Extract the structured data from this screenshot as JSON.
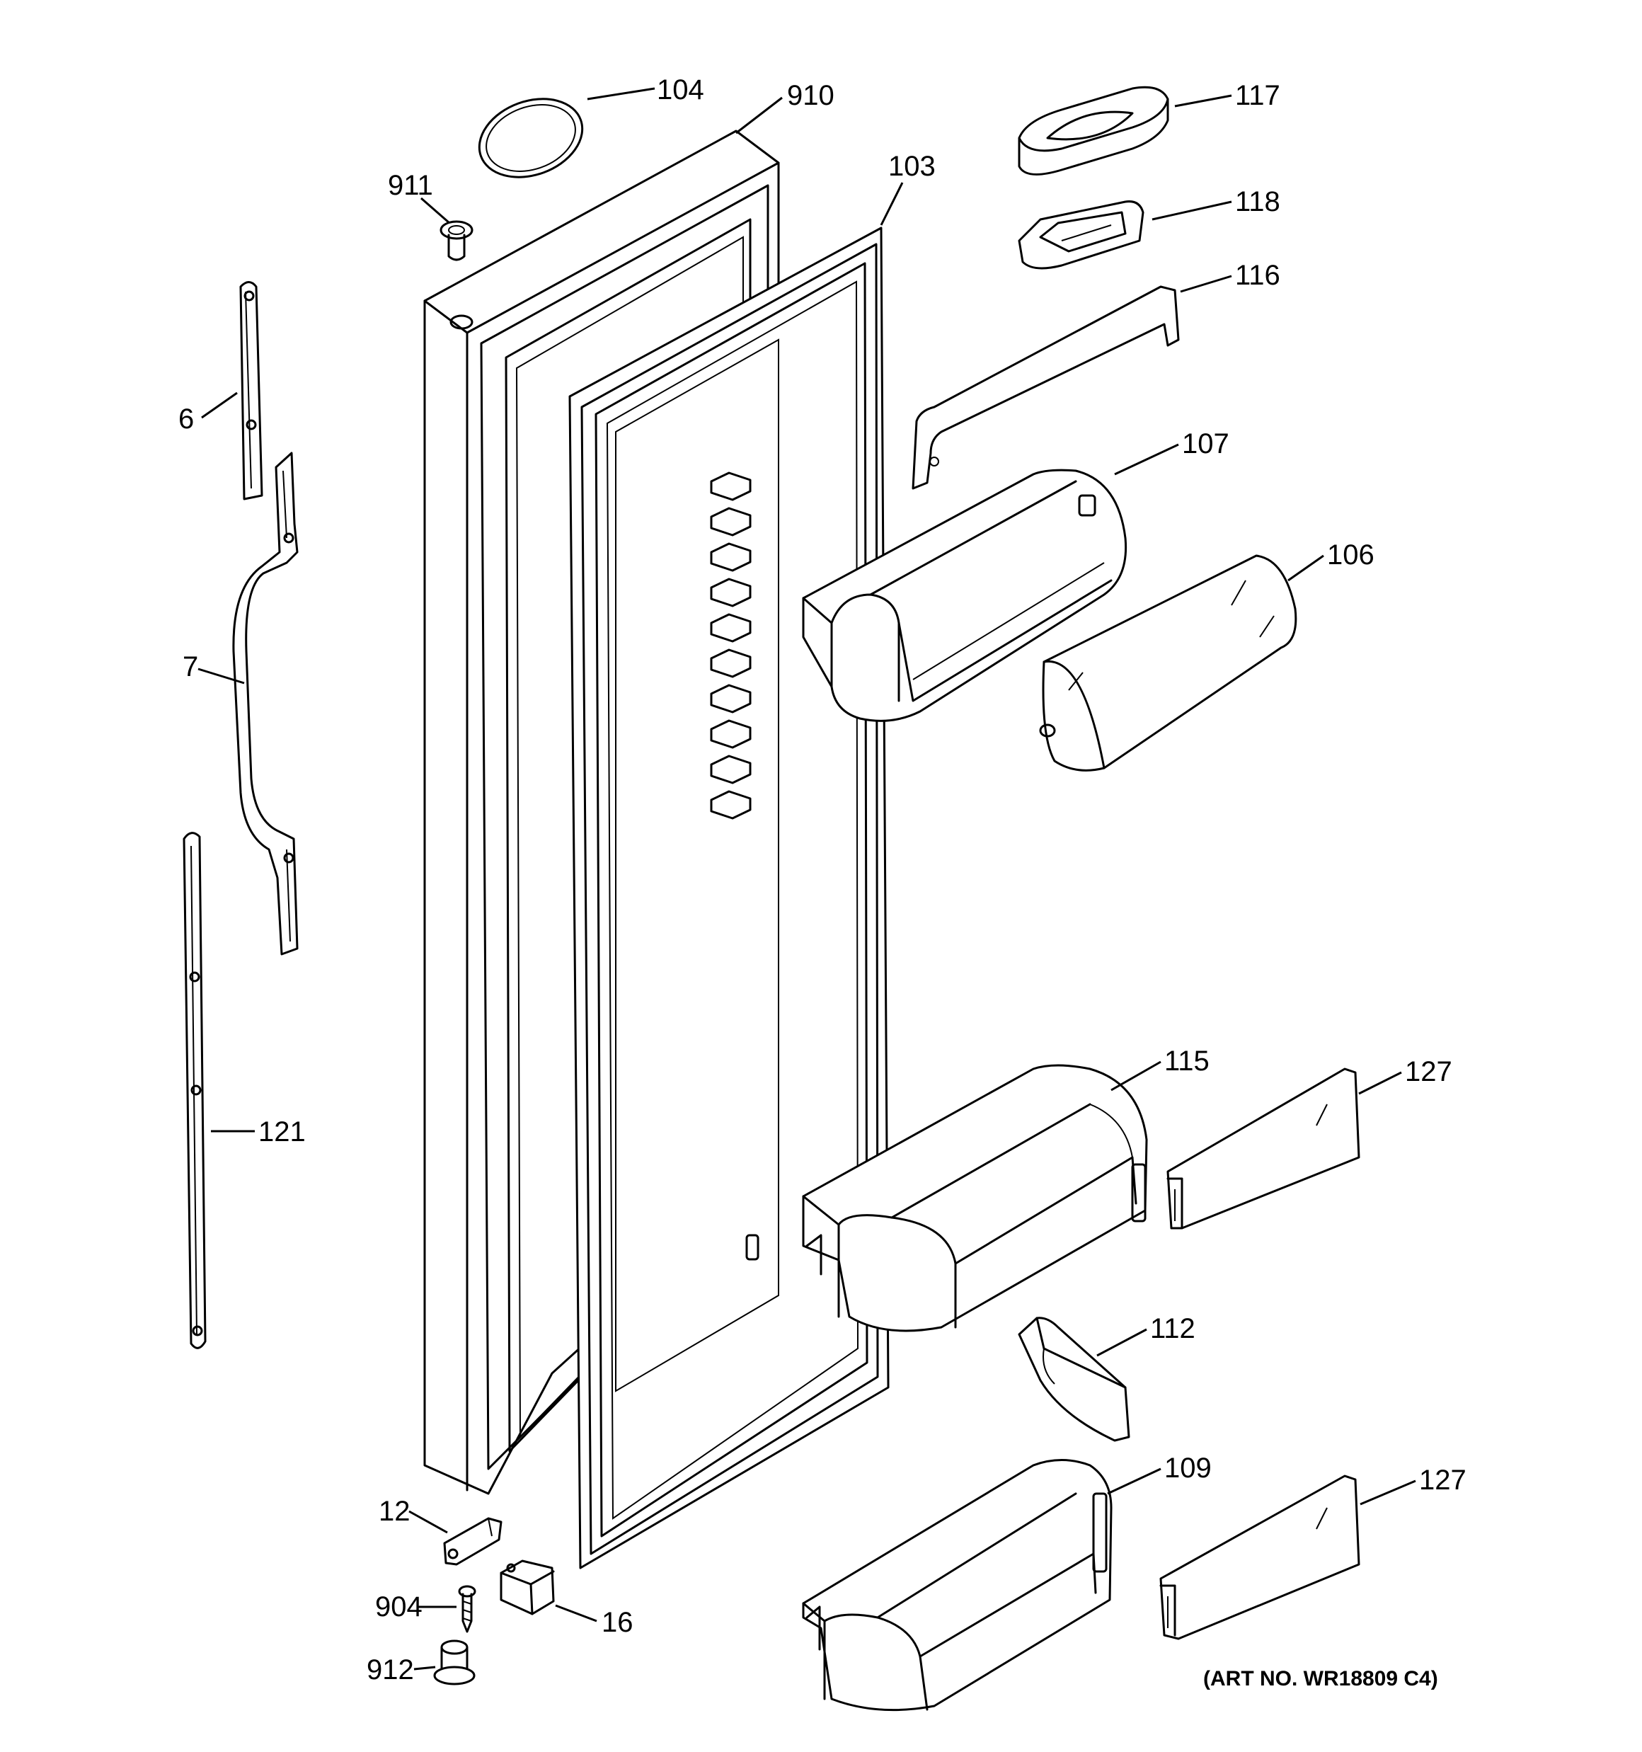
{
  "labels": {
    "p104": "104",
    "p910": "910",
    "p911": "911",
    "p103": "103",
    "p117": "117",
    "p118": "118",
    "p116": "116",
    "p6": "6",
    "p7": "7",
    "p107": "107",
    "p106": "106",
    "p121": "121",
    "p115": "115",
    "p127a": "127",
    "p112": "112",
    "p109": "109",
    "p127b": "127",
    "p12": "12",
    "p904": "904",
    "p16": "16",
    "p912": "912"
  },
  "art_number": "(ART NO. WR18809 C4)"
}
